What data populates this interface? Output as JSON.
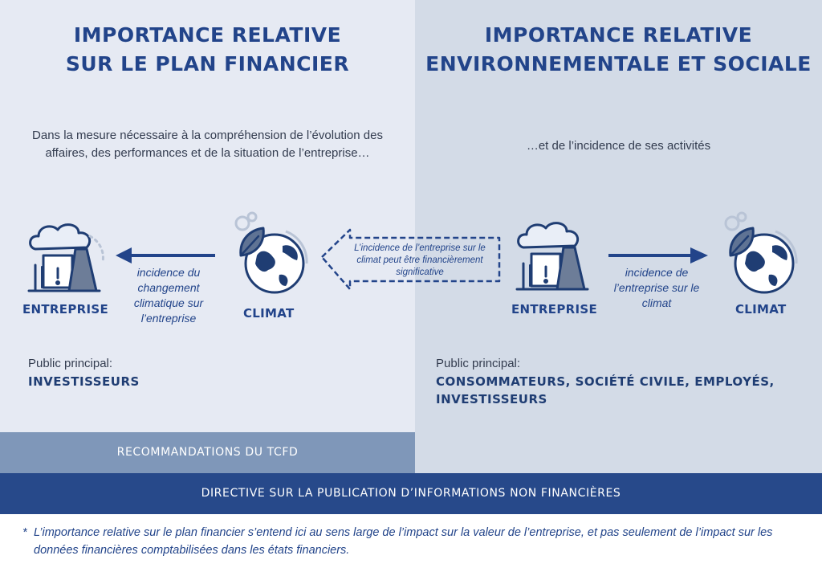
{
  "left": {
    "title_line1": "IMPORTANCE RELATIVE",
    "title_line2": "SUR LE PLAN FINANCIER",
    "intro_line1": "Dans la mesure nécessaire à la compréhension de l’évolution des",
    "intro_line2": "affaires, des performances et de la situation de l’entreprise…",
    "entity_left": "ENTREPRISE",
    "entity_right": "CLIMAT",
    "arrow_label": [
      "incidence du",
      "changement",
      "climatique sur",
      "l’entreprise"
    ],
    "audience_label": "Public principal:",
    "audience_value": "INVESTISSEURS"
  },
  "dashed_arrow": {
    "lines": [
      "L’incidence de l’entreprise sur le",
      "climat peut être financièrement",
      "significative"
    ]
  },
  "right": {
    "title_line1": "IMPORTANCE RELATIVE",
    "title_line2": "ENVIRONNEMENTALE ET SOCIALE",
    "intro": "…et de l’incidence de ses activités",
    "entity_left": "ENTREPRISE",
    "entity_right": "CLIMAT",
    "arrow_label": [
      "incidence de",
      "l’entreprise sur le",
      "climat"
    ],
    "audience_label": "Public principal:",
    "audience_value_line1": "CONSOMMATEURS, SOCIÉTÉ CIVILE, EMPLOYÉS,",
    "audience_value_line2": "INVESTISSEURS"
  },
  "bands": {
    "tcfd": "RECOMMANDATIONS DU TCFD",
    "directive": "DIRECTIVE SUR LA PUBLICATION D’INFORMATIONS NON FINANCIÈRES"
  },
  "footnote": {
    "star": "*",
    "text": "L’importance relative sur le plan financier s’entend ici au sens large de l’impact sur la valeur de l’entreprise, et pas seulement de l’impact sur les données financières comptabilisées dans les états financiers."
  },
  "icons": {
    "factory": "factory-icon",
    "globe": "globe-leaf-icon",
    "arrow": "arrow-icon"
  },
  "colors": {
    "left_panel": "#e6eaf3",
    "right_panel": "#d3dbe7",
    "tcfd_band": "#7f97b9",
    "directive_band": "#27498a",
    "accent": "#22448a"
  }
}
